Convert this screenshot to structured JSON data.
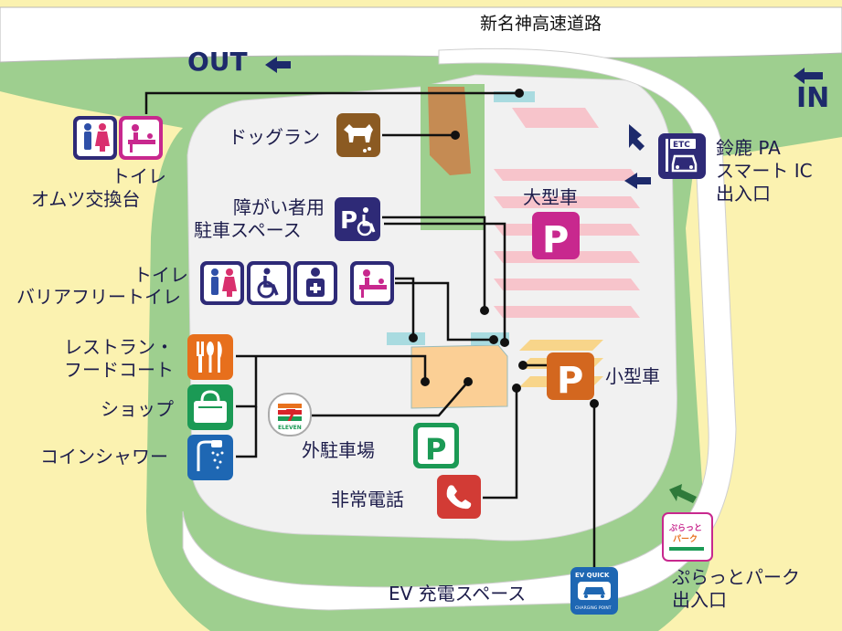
{
  "highway": "新名神高速道路",
  "directions": {
    "out": "OUT",
    "in": "IN"
  },
  "labels": {
    "toilet_title": "トイレ",
    "toilet_diaper": "オムツ交換台",
    "dog_run": "ドッグラン",
    "disabled_parking_1": "障がい者用",
    "disabled_parking_2": "駐車スペース",
    "barrier_free_1": "トイレ",
    "barrier_free_2": "バリアフリートイレ",
    "restaurant_1": "レストラン・",
    "restaurant_2": "フードコート",
    "shop": "ショップ",
    "coin_shower": "コインシャワー",
    "outdoor_parking": "外駐車場",
    "emergency_phone": "非常電話",
    "ev_charging": "EV 充電スペース",
    "large_vehicle": "大型車",
    "small_vehicle": "小型車",
    "smart_ic_1": "鈴鹿 PA",
    "smart_ic_2": "スマート IC",
    "smart_ic_3": "出入口",
    "pura_park_1": "ぷらっとパーク",
    "pura_park_2": "出入口"
  },
  "icon_text": {
    "parking_letter": "P",
    "etc": "ETC",
    "seven_eleven": "7",
    "eleven_word": "ELEVEN",
    "ev_quick": "EV QUICK",
    "charging_point": "CHARGING POINT",
    "pura_logo_1": "ぷらっと",
    "pura_logo_2": "パーク"
  },
  "colors": {
    "road": "#ffffff",
    "grass": "#9ecf8f",
    "land": "#fbf2b0",
    "parking_area": "#f1f1f1",
    "large_stripes": "#f7c4cb",
    "building": "#fbcf95",
    "navy_text": "#1d1d4b",
    "arrow": "#1d2a6b",
    "icon_navy": "#2e2a77",
    "icon_magenta": "#c8288e",
    "icon_orange": "#e76f1c",
    "icon_green": "#1b9a55",
    "icon_blue": "#1e67b3",
    "icon_red": "#d23b35",
    "icon_brown": "#8b5a22",
    "dog_run_area": "#c58b53"
  }
}
